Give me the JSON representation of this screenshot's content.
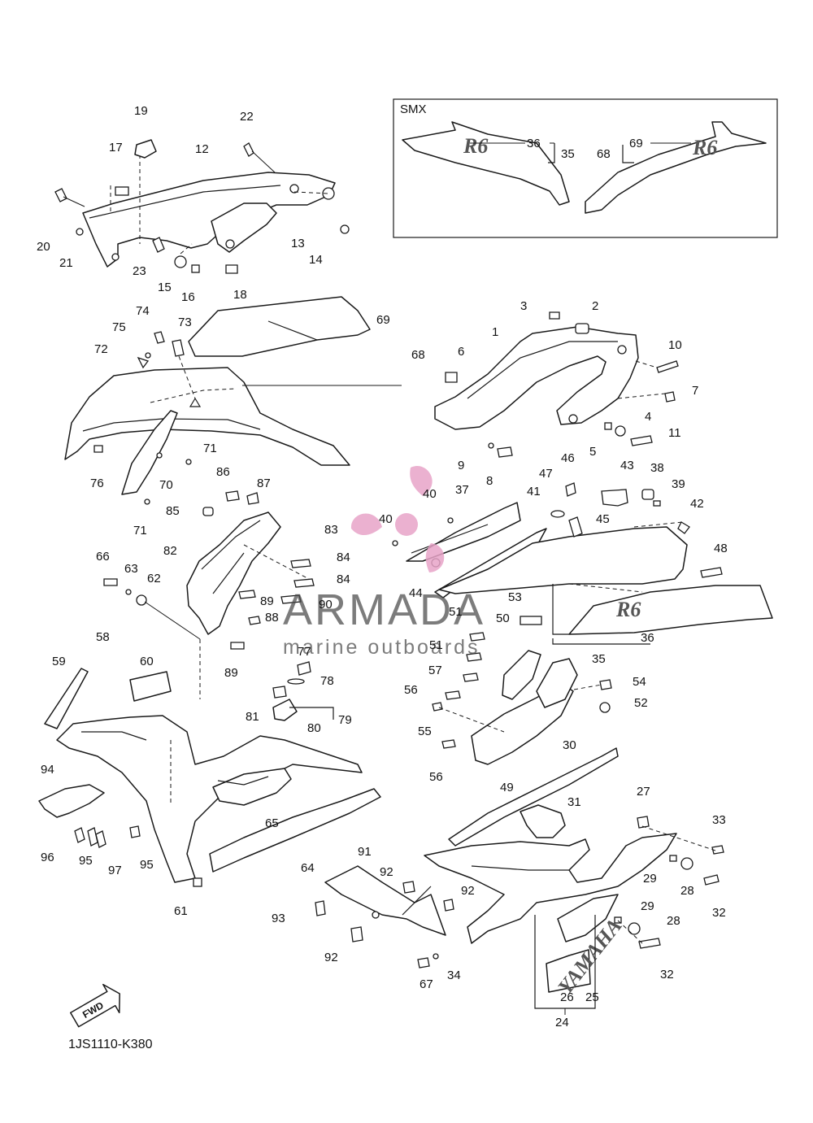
{
  "diagram_code": "1JS1110-K380",
  "inset": {
    "title": "SMX"
  },
  "watermark": {
    "brand": "ARMADA",
    "tagline": "marine outboards"
  },
  "fwd_badge": "FWD",
  "decals": {
    "r6": "R6",
    "yamaha": "YAMAHA"
  },
  "colors": {
    "line": "#1a1a1a",
    "watermark_logo": "#e8a4c8",
    "watermark_text": "#4a4a4a"
  },
  "callouts": [
    {
      "id": "c1",
      "label": "1"
    },
    {
      "id": "c2",
      "label": "2"
    },
    {
      "id": "c3",
      "label": "3"
    },
    {
      "id": "c4",
      "label": "4"
    },
    {
      "id": "c5",
      "label": "5"
    },
    {
      "id": "c6",
      "label": "6"
    },
    {
      "id": "c7",
      "label": "7"
    },
    {
      "id": "c8",
      "label": "8"
    },
    {
      "id": "c9",
      "label": "9"
    },
    {
      "id": "c10",
      "label": "10"
    },
    {
      "id": "c11",
      "label": "11"
    },
    {
      "id": "c12",
      "label": "12"
    },
    {
      "id": "c13",
      "label": "13"
    },
    {
      "id": "c14",
      "label": "14"
    },
    {
      "id": "c15",
      "label": "15"
    },
    {
      "id": "c16",
      "label": "16"
    },
    {
      "id": "c17",
      "label": "17"
    },
    {
      "id": "c18",
      "label": "18"
    },
    {
      "id": "c19",
      "label": "19"
    },
    {
      "id": "c20",
      "label": "20"
    },
    {
      "id": "c21",
      "label": "21"
    },
    {
      "id": "c22",
      "label": "22"
    },
    {
      "id": "c23",
      "label": "23"
    },
    {
      "id": "c24",
      "label": "24"
    },
    {
      "id": "c25",
      "label": "25"
    },
    {
      "id": "c26",
      "label": "26"
    },
    {
      "id": "c27",
      "label": "27"
    },
    {
      "id": "c28a",
      "label": "28"
    },
    {
      "id": "c28b",
      "label": "28"
    },
    {
      "id": "c29a",
      "label": "29"
    },
    {
      "id": "c29b",
      "label": "29"
    },
    {
      "id": "c30",
      "label": "30"
    },
    {
      "id": "c31",
      "label": "31"
    },
    {
      "id": "c32a",
      "label": "32"
    },
    {
      "id": "c32b",
      "label": "32"
    },
    {
      "id": "c33",
      "label": "33"
    },
    {
      "id": "c34",
      "label": "34"
    },
    {
      "id": "c35",
      "label": "35"
    },
    {
      "id": "c36",
      "label": "36"
    },
    {
      "id": "c37",
      "label": "37"
    },
    {
      "id": "c38",
      "label": "38"
    },
    {
      "id": "c39",
      "label": "39"
    },
    {
      "id": "c40a",
      "label": "40"
    },
    {
      "id": "c40b",
      "label": "40"
    },
    {
      "id": "c41",
      "label": "41"
    },
    {
      "id": "c42",
      "label": "42"
    },
    {
      "id": "c43",
      "label": "43"
    },
    {
      "id": "c44",
      "label": "44"
    },
    {
      "id": "c45",
      "label": "45"
    },
    {
      "id": "c46",
      "label": "46"
    },
    {
      "id": "c47",
      "label": "47"
    },
    {
      "id": "c48",
      "label": "48"
    },
    {
      "id": "c49",
      "label": "49"
    },
    {
      "id": "c50",
      "label": "50"
    },
    {
      "id": "c51a",
      "label": "51"
    },
    {
      "id": "c51b",
      "label": "51"
    },
    {
      "id": "c52",
      "label": "52"
    },
    {
      "id": "c53",
      "label": "53"
    },
    {
      "id": "c54",
      "label": "54"
    },
    {
      "id": "c55",
      "label": "55"
    },
    {
      "id": "c56a",
      "label": "56"
    },
    {
      "id": "c56b",
      "label": "56"
    },
    {
      "id": "c57",
      "label": "57"
    },
    {
      "id": "c58",
      "label": "58"
    },
    {
      "id": "c59",
      "label": "59"
    },
    {
      "id": "c60",
      "label": "60"
    },
    {
      "id": "c61",
      "label": "61"
    },
    {
      "id": "c62",
      "label": "62"
    },
    {
      "id": "c63",
      "label": "63"
    },
    {
      "id": "c64",
      "label": "64"
    },
    {
      "id": "c65",
      "label": "65"
    },
    {
      "id": "c66",
      "label": "66"
    },
    {
      "id": "c67",
      "label": "67"
    },
    {
      "id": "c68",
      "label": "68"
    },
    {
      "id": "c69",
      "label": "69"
    },
    {
      "id": "c70",
      "label": "70"
    },
    {
      "id": "c71a",
      "label": "71"
    },
    {
      "id": "c71b",
      "label": "71"
    },
    {
      "id": "c72",
      "label": "72"
    },
    {
      "id": "c73",
      "label": "73"
    },
    {
      "id": "c74",
      "label": "74"
    },
    {
      "id": "c75",
      "label": "75"
    },
    {
      "id": "c76",
      "label": "76"
    },
    {
      "id": "c77",
      "label": "77"
    },
    {
      "id": "c78",
      "label": "78"
    },
    {
      "id": "c79",
      "label": "79"
    },
    {
      "id": "c80",
      "label": "80"
    },
    {
      "id": "c81",
      "label": "81"
    },
    {
      "id": "c82",
      "label": "82"
    },
    {
      "id": "c83",
      "label": "83"
    },
    {
      "id": "c84a",
      "label": "84"
    },
    {
      "id": "c84b",
      "label": "84"
    },
    {
      "id": "c85",
      "label": "85"
    },
    {
      "id": "c86",
      "label": "86"
    },
    {
      "id": "c87",
      "label": "87"
    },
    {
      "id": "c88",
      "label": "88"
    },
    {
      "id": "c89a",
      "label": "89"
    },
    {
      "id": "c89b",
      "label": "89"
    },
    {
      "id": "c90",
      "label": "90"
    },
    {
      "id": "c91",
      "label": "91"
    },
    {
      "id": "c92a",
      "label": "92"
    },
    {
      "id": "c92b",
      "label": "92"
    },
    {
      "id": "c92c",
      "label": "92"
    },
    {
      "id": "c93",
      "label": "93"
    },
    {
      "id": "c94",
      "label": "94"
    },
    {
      "id": "c95a",
      "label": "95"
    },
    {
      "id": "c95b",
      "label": "95"
    },
    {
      "id": "c96",
      "label": "96"
    },
    {
      "id": "c97",
      "label": "97"
    },
    {
      "id": "s36",
      "label": "36"
    },
    {
      "id": "s35",
      "label": "35"
    },
    {
      "id": "s68",
      "label": "68"
    },
    {
      "id": "s69",
      "label": "69"
    }
  ]
}
